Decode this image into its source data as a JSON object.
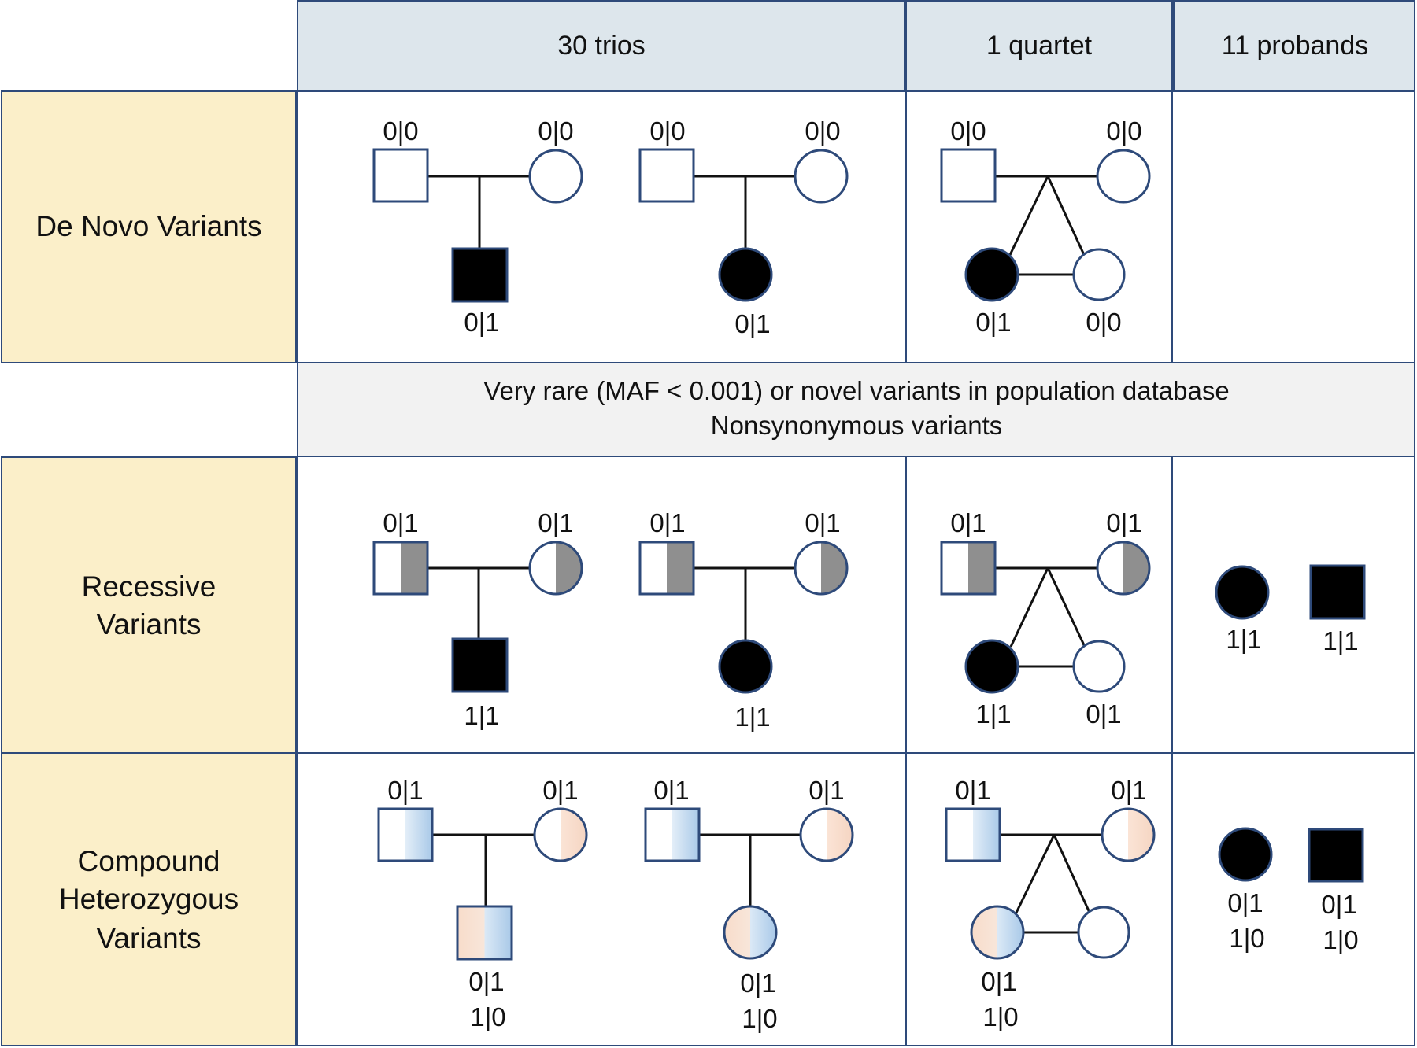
{
  "header": {
    "columns": [
      "30 trios",
      "1 quartet",
      "11 probands"
    ]
  },
  "rows": {
    "de_novo": {
      "label_lines": [
        "De Novo Variants"
      ]
    },
    "recessive": {
      "label_lines": [
        "Recessive",
        "Variants"
      ]
    },
    "compound": {
      "label_lines": [
        "Compound",
        "Heterozygous",
        "Variants"
      ]
    }
  },
  "filter_band": {
    "lines": [
      "Very rare (MAF < 0.001) or novel variants in population database",
      "Nonsynonymous variants"
    ]
  },
  "genotypes": {
    "de_novo": {
      "trio1": {
        "father": "0|0",
        "mother": "0|0",
        "child": "0|1"
      },
      "trio2": {
        "father": "0|0",
        "mother": "0|0",
        "child": "0|1"
      },
      "quartet": {
        "father": "0|0",
        "mother": "0|0",
        "affected": "0|1",
        "sibling": "0|0"
      }
    },
    "recessive": {
      "trio1": {
        "father": "0|1",
        "mother": "0|1",
        "child": "1|1"
      },
      "trio2": {
        "father": "0|1",
        "mother": "0|1",
        "child": "1|1"
      },
      "quartet": {
        "father": "0|1",
        "mother": "0|1",
        "affected": "1|1",
        "sibling": "0|1"
      },
      "probands": {
        "female": "1|1",
        "male": "1|1"
      }
    },
    "compound": {
      "trio1": {
        "father": "0|1",
        "mother": "0|1",
        "child_1": "0|1",
        "child_2": "1|0"
      },
      "trio2": {
        "father": "0|1",
        "mother": "0|1",
        "child_1": "0|1",
        "child_2": "1|0"
      },
      "quartet": {
        "father": "0|1",
        "mother": "0|1",
        "affected_1": "0|1",
        "affected_2": "1|0"
      },
      "probands": {
        "female_1": "0|1",
        "female_2": "1|0",
        "male_1": "0|1",
        "male_2": "1|0"
      }
    }
  },
  "colors": {
    "header_fill": "#dde6ec",
    "row_label_fill": "#fbefc9",
    "band_fill": "#f2f2f2",
    "grid_line": "#2e4a7a",
    "carrier_gray": "#8f8f8f",
    "affected_black": "#000000",
    "allele_blue": "#b9d4ec",
    "allele_pink": "#f7dccd"
  }
}
